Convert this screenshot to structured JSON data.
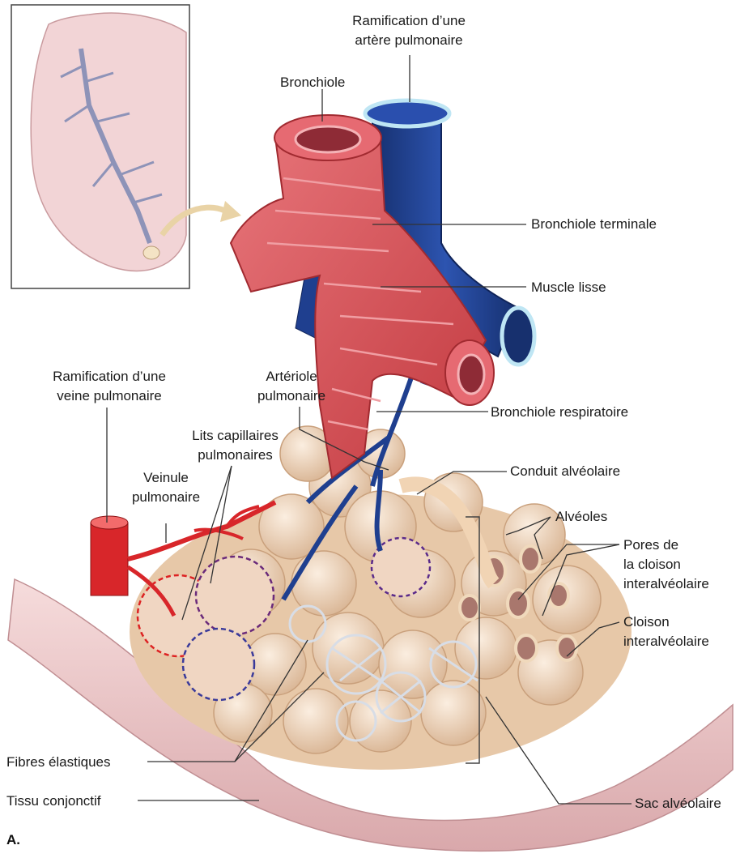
{
  "labels": {
    "artere": "Ramification d’une\nartère pulmonaire",
    "bronchiole": "Bronchiole",
    "bronchiole_terminale": "Bronchiole terminale",
    "muscle_lisse": "Muscle lisse",
    "veine": "Ramification d’une\nveine pulmonaire",
    "arteriole": "Artériole\npulmonaire",
    "bronchiole_respiratoire": "Bronchiole respiratoire",
    "lits_capillaires": "Lits capillaires\npulmonaires",
    "veinule": "Veinule\npulmonaire",
    "conduit": "Conduit alvéolaire",
    "alveoles": "Alvéoles",
    "pores": "Pores de\nla cloison\ninteralvéolaire",
    "cloison": "Cloison\ninteralvéolaire",
    "fibres": "Fibres élastiques",
    "tissu": "Tissu conjonctif",
    "sac": "Sac alvéolaire"
  },
  "figure_letter": "A.",
  "colors": {
    "artery_blue": "#1f3f8f",
    "vein_red": "#d8262a",
    "muscle_red": "#d9535a",
    "alveoli_tan": "#eed3b8",
    "tissue_pink": "#ecc7c9",
    "lung_pink": "#f2d4d6"
  }
}
